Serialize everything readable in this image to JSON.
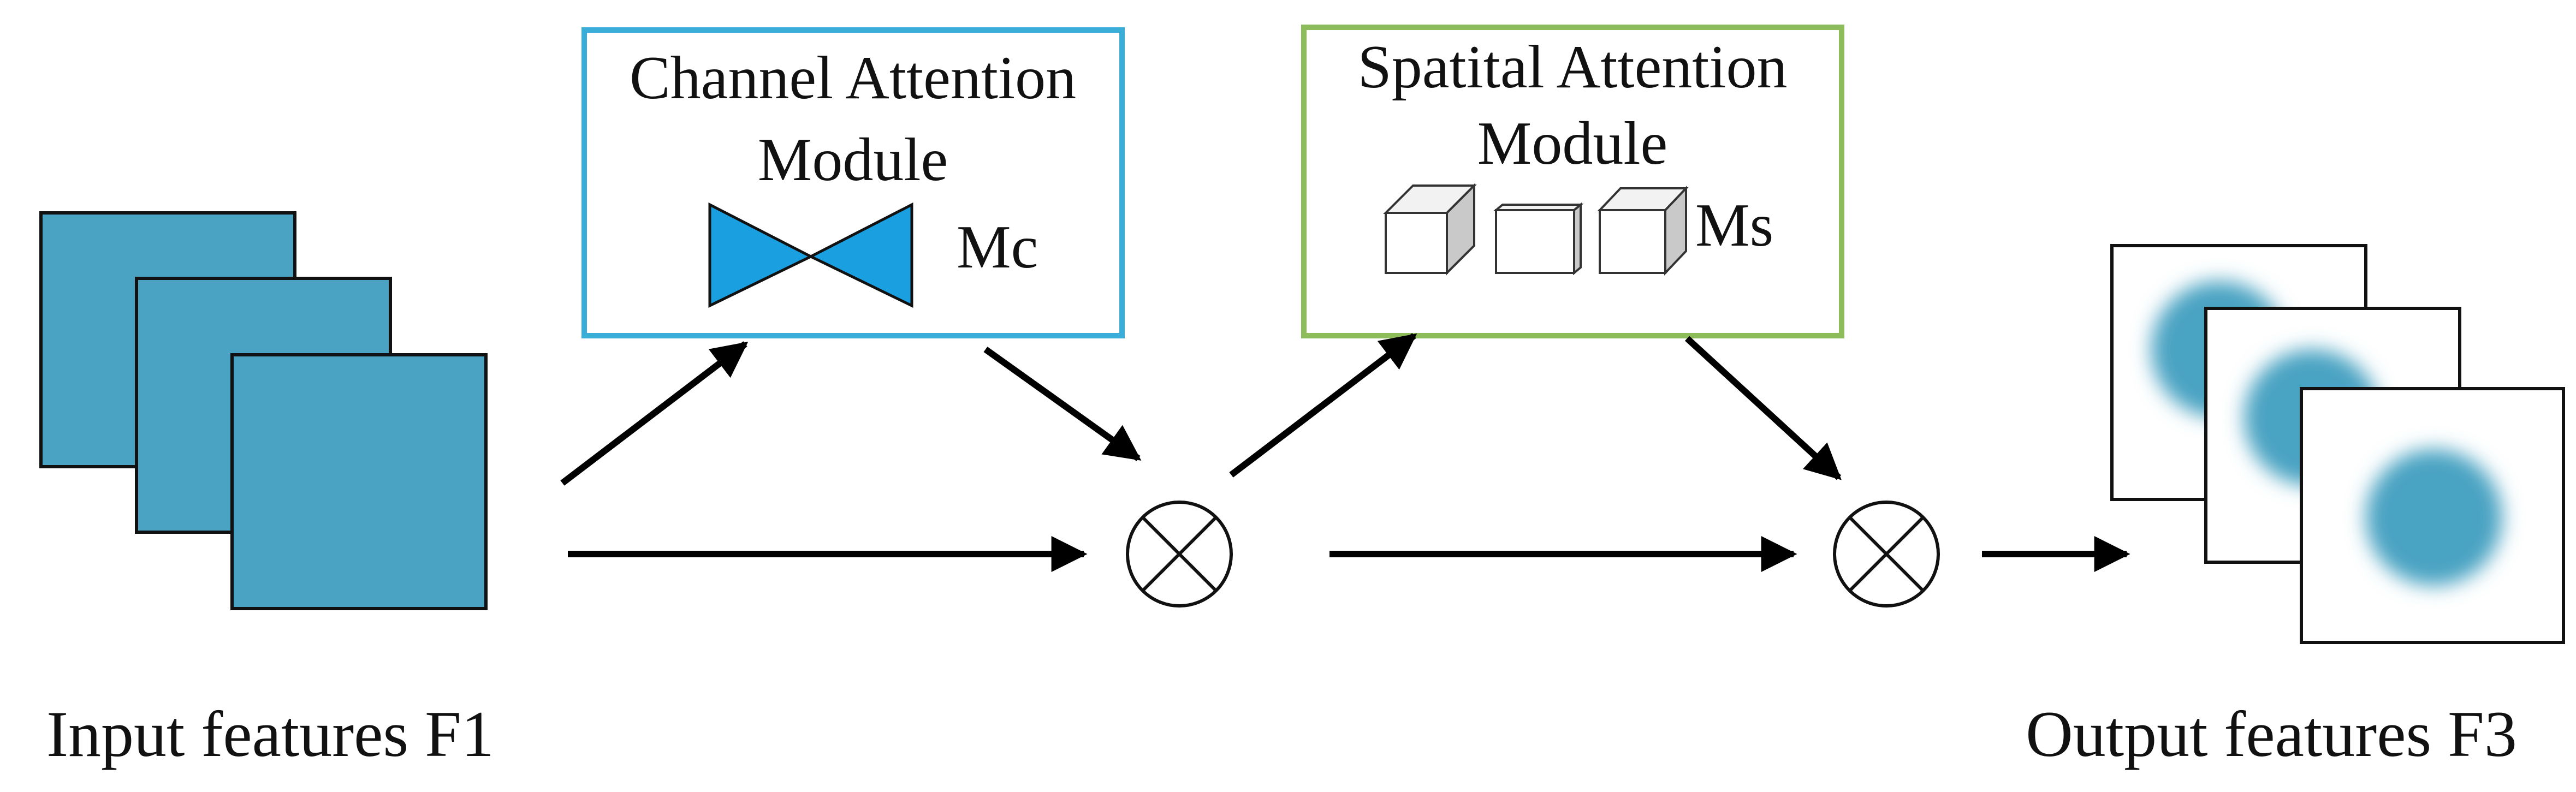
{
  "input": {
    "caption": "Input features F1",
    "color": "#4aa3c2"
  },
  "channel_attention": {
    "title_line1": "Channel Attention",
    "title_line2": "Module",
    "symbol": "Mc",
    "border_color": "#3aaed8",
    "icon_color": "#1a9fe0"
  },
  "spatial_attention": {
    "title_line1": "Spatital Attention",
    "title_line2": "Module",
    "symbol": "Ms",
    "border_color": "#8dbd5a"
  },
  "operator_1": {
    "icon": "element-wise-multiply-icon"
  },
  "operator_2": {
    "icon": "element-wise-multiply-icon"
  },
  "output": {
    "caption": "Output features F3",
    "blob_color": "#4aa3c2"
  }
}
